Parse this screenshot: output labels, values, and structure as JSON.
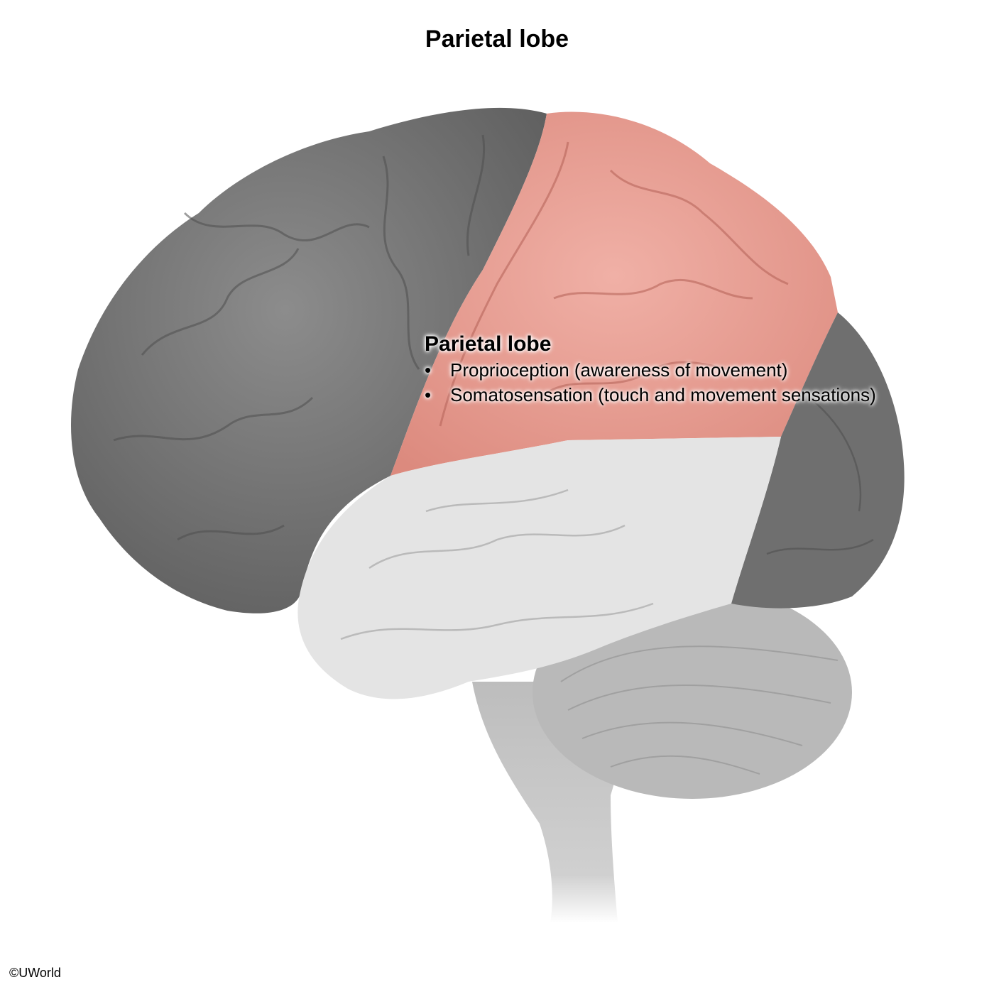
{
  "title": "Parietal lobe",
  "callout": {
    "heading": "Parietal lobe",
    "bullet": "•",
    "items": [
      "Proprioception (awareness of movement)",
      "Somatosensation (touch and movement sensations)"
    ]
  },
  "copyright": "©UWorld",
  "colors": {
    "highlight": "#e9a196",
    "frontal": "#7a7a7a",
    "occipital": "#707070",
    "temporal": "#e4e4e4",
    "cerebellum": "#b9b9b9"
  }
}
